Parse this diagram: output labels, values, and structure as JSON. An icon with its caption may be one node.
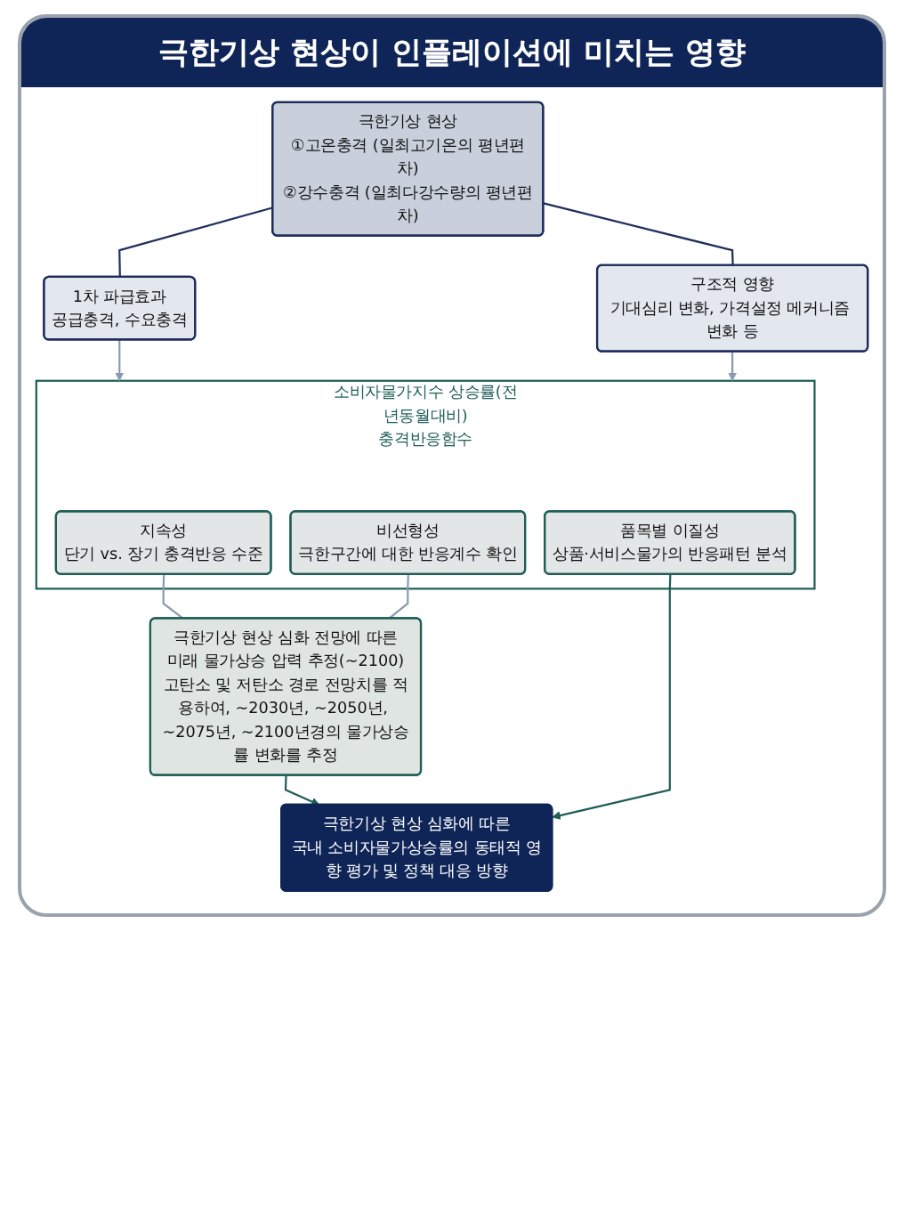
{
  "diagram": {
    "title": "극한기상 현상이 인플레이션에 미치는 영향",
    "nodes": [
      {
        "text": [
          "극한기상 현상",
          "①고온충격 (일최고기온의 평년편차)",
          "②강수충격 (일최다강수량의 평년편차)"
        ]
      },
      {
        "text": [
          "1차 파급효과",
          "공급충격, 수요충격"
        ]
      },
      {
        "text": [
          "구조적 영향",
          "기대심리 변화, 가격설정 메커니즘 변화 등"
        ]
      },
      {
        "text": [
          "소비자물가지수 상승률(전년동월대비)",
          "충격반응함수"
        ]
      },
      {
        "text": [
          "지속성",
          "단기 vs. 장기 충격반응 수준"
        ],
        "in": 3
      },
      {
        "text": [
          "비선형성",
          "극한구간에 대한 반응계수 확인"
        ],
        "in": 3
      },
      {
        "text": [
          "품목별 이질성",
          "상품·서비스물가의 반응패턴 분석"
        ],
        "in": 3
      },
      {
        "text": [
          "극한기상 현상 심화 전망에 따른",
          "미래 물가상승 압력 추정(~2100)",
          "고탄소 및 저탄소 경로 전망치를 적용하여, ~2030년, ~2050년, ~2075년, ~2100년경의 물가상승률 변화를 추정"
        ]
      },
      {
        "text": [
          "극한기상 현상 심화에 따른",
          "국내 소비자물가상승률의 동태적 영향 평가 및 정책 대응 방향"
        ]
      }
    ],
    "edges": [
      {
        "from": 0,
        "to": 1,
        "arrow": "none",
        "color": "#1f2d5c"
      },
      {
        "from": 0,
        "to": 2,
        "arrow": "none",
        "color": "#1f2d5c"
      },
      {
        "from": 1,
        "to": 3,
        "arrow": "to",
        "color": "#8a9bb0"
      },
      {
        "from": 2,
        "to": 3,
        "arrow": "to",
        "color": "#8a9bb0"
      },
      {
        "from": 4,
        "to": 7,
        "arrow": "none",
        "color": "#8a9bb0"
      },
      {
        "from": 5,
        "to": 7,
        "arrow": "none",
        "color": "#8a9bb0"
      },
      {
        "from": 7,
        "to": 8,
        "arrow": "to",
        "color": "#1e5e55"
      },
      {
        "from": 6,
        "to": 8,
        "arrow": "to",
        "color": "#1e5e55"
      }
    ]
  }
}
